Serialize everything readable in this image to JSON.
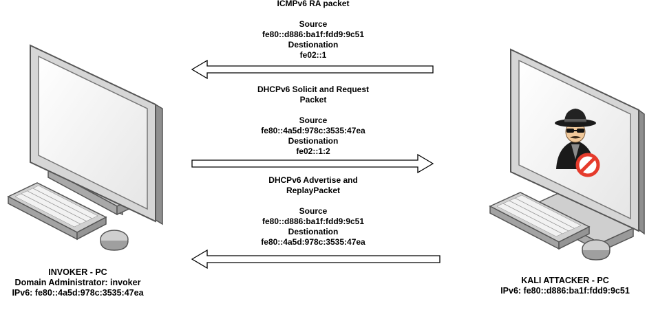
{
  "packets": [
    {
      "title_lines": [
        "ICMPv6 RA packet"
      ],
      "source_label": "Source",
      "source": "fe80::d886:ba1f:fdd9:9c51",
      "dest_label": "Destionation",
      "dest": "fe02::1",
      "direction": "left"
    },
    {
      "title_lines": [
        "DHCPv6 Solicit and Request",
        "Packet"
      ],
      "source_label": "Source",
      "source": "fe80::4a5d:978c:3535:47ea",
      "dest_label": "Destionation",
      "dest": "fe02::1:2",
      "direction": "right"
    },
    {
      "title_lines": [
        "DHCPv6 Advertise and",
        "ReplayPacket"
      ],
      "source_label": "Source",
      "source": "fe80::d886:ba1f:fdd9:9c51",
      "dest_label": "Destionation",
      "dest": "fe80::4a5d:978c:3535:47ea",
      "direction": "left"
    }
  ],
  "invoker": {
    "name": "INVOKER - PC",
    "role": "Domain Administrator: invoker",
    "ip": "IPv6: fe80::4a5d:978c:3535:47ea"
  },
  "attacker": {
    "name": "KALI ATTACKER - PC",
    "ip": "IPv6: fe80::d886:ba1f:fdd9:9c51",
    "icon": "hacker-spy-icon"
  },
  "colors": {
    "monitor_body": "#d9d9d9",
    "monitor_outline": "#5a5a5a",
    "screen": "#f4f4f4",
    "arrow_fill": "#ffffff",
    "arrow_stroke": "#000000",
    "block_red": "#e53b2c"
  }
}
